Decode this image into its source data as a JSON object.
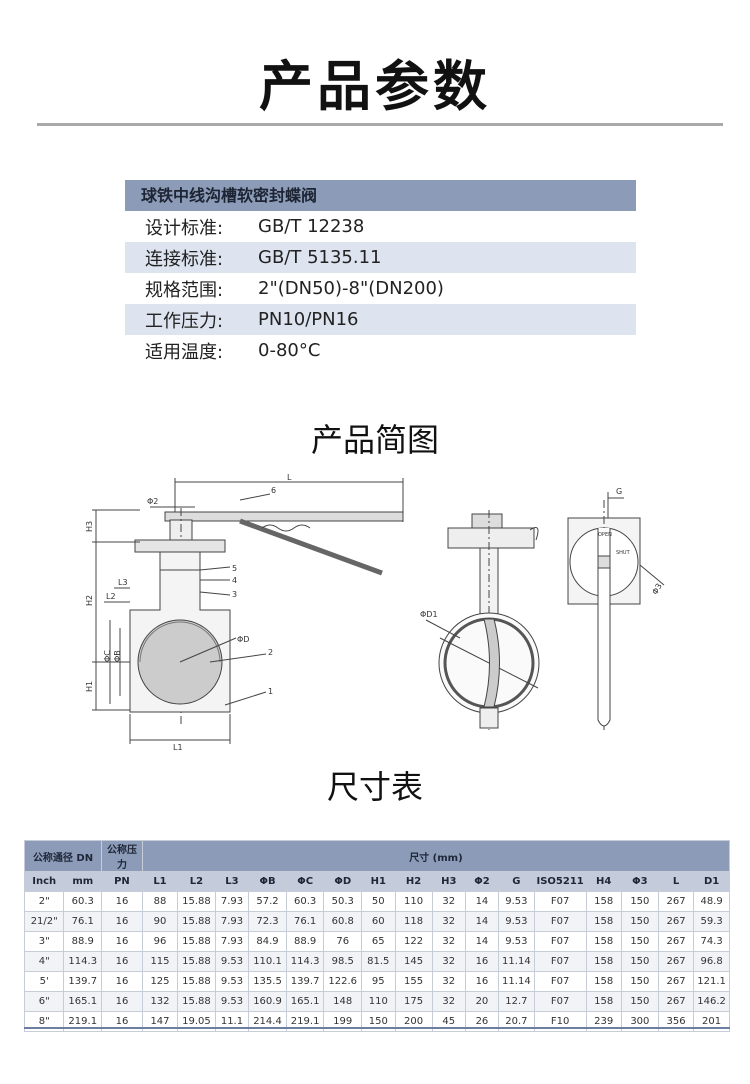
{
  "header": {
    "title": "产品参数"
  },
  "params": {
    "product_name": "球铁中线沟槽软密封蝶阀",
    "rows": [
      {
        "label": "设计标准:",
        "value": "GB/T 12238"
      },
      {
        "label": "连接标准:",
        "value": "GB/T 5135.11"
      },
      {
        "label": "规格范围:",
        "value": "2\"(DN50)-8\"(DN200)"
      },
      {
        "label": "工作压力:",
        "value": "PN10/PN16"
      },
      {
        "label": "适用温度:",
        "value": "0-80°C"
      }
    ]
  },
  "diagram": {
    "title": "产品简图",
    "labels": {
      "L": "L",
      "phi2": "Φ2",
      "n6": "6",
      "n5": "5",
      "n4": "4",
      "n3": "3",
      "n2": "2",
      "n1": "1",
      "H3": "H3",
      "H2": "H2",
      "H1": "H1",
      "L3": "L3",
      "L2": "L2",
      "L1": "L1",
      "phiC": "ΦC",
      "phiB": "ΦB",
      "phiD": "ΦD",
      "D1": "ΦD1",
      "G": "G",
      "phi3": "Φ3",
      "open": "OPEN",
      "shut": "SHUT"
    }
  },
  "dimensions": {
    "title": "尺寸表",
    "header_group_1": "公称通径 DN",
    "header_group_2": "公称压力",
    "header_group_3": "尺寸 (mm)",
    "columns": [
      "Inch",
      "mm",
      "PN",
      "L1",
      "L2",
      "L3",
      "ΦB",
      "ΦC",
      "ΦD",
      "H1",
      "H2",
      "H3",
      "Φ2",
      "G",
      "ISO5211",
      "H4",
      "Φ3",
      "L",
      "D1"
    ],
    "rows": [
      [
        "2\"",
        "60.3",
        "16",
        "88",
        "15.88",
        "7.93",
        "57.2",
        "60.3",
        "50.3",
        "50",
        "110",
        "32",
        "14",
        "9.53",
        "F07",
        "158",
        "150",
        "267",
        "48.9"
      ],
      [
        "21/2\"",
        "76.1",
        "16",
        "90",
        "15.88",
        "7.93",
        "72.3",
        "76.1",
        "60.8",
        "60",
        "118",
        "32",
        "14",
        "9.53",
        "F07",
        "158",
        "150",
        "267",
        "59.3"
      ],
      [
        "3\"",
        "88.9",
        "16",
        "96",
        "15.88",
        "7.93",
        "84.9",
        "88.9",
        "76",
        "65",
        "122",
        "32",
        "14",
        "9.53",
        "F07",
        "158",
        "150",
        "267",
        "74.3"
      ],
      [
        "4\"",
        "114.3",
        "16",
        "115",
        "15.88",
        "9.53",
        "110.1",
        "114.3",
        "98.5",
        "81.5",
        "145",
        "32",
        "16",
        "11.14",
        "F07",
        "158",
        "150",
        "267",
        "96.8"
      ],
      [
        "5'",
        "139.7",
        "16",
        "125",
        "15.88",
        "9.53",
        "135.5",
        "139.7",
        "122.6",
        "95",
        "155",
        "32",
        "16",
        "11.14",
        "F07",
        "158",
        "150",
        "267",
        "121.1"
      ],
      [
        "6\"",
        "165.1",
        "16",
        "132",
        "15.88",
        "9.53",
        "160.9",
        "165.1",
        "148",
        "110",
        "175",
        "32",
        "20",
        "12.7",
        "F07",
        "158",
        "150",
        "267",
        "146.2"
      ],
      [
        "8\"",
        "219.1",
        "16",
        "147",
        "19.05",
        "11.1",
        "214.4",
        "219.1",
        "199",
        "150",
        "200",
        "45",
        "26",
        "20.7",
        "F10",
        "239",
        "300",
        "356",
        "201"
      ]
    ]
  }
}
